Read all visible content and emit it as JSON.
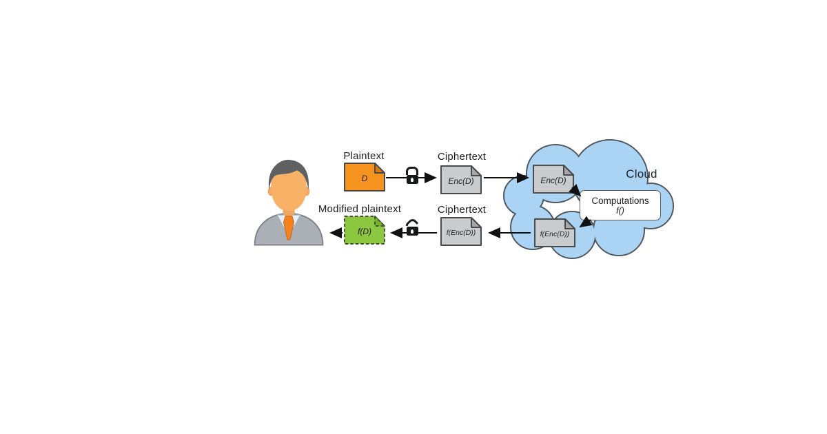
{
  "diagram": {
    "labels": {
      "plaintext": "Plaintext",
      "ciphertext_top": "Ciphertext",
      "ciphertext_bottom": "Ciphertext",
      "modified_plaintext": "Modified plaintext",
      "cloud": "Cloud",
      "computations": "Computations",
      "computations_fn": "f()"
    },
    "docs": {
      "plaintext": "D",
      "ciphertext_top": "Enc(D)",
      "cloud_encrypted": "Enc(D)",
      "cloud_result": "f(Enc(D))",
      "ciphertext_bottom": "f(Enc(D))",
      "modified_plaintext": "f(D)"
    },
    "icons": {
      "lock_closed": "closed-padlock-icon",
      "lock_open": "open-padlock-icon",
      "user": "person-avatar",
      "documents": "folded-corner-document-icon",
      "cloud": "cloud-shape"
    },
    "colors": {
      "plaintext_doc_fill": "#F6921E",
      "ciphertext_doc_fill": "#C9CBCD",
      "modified_doc_fill": "#8DC63F",
      "cloud_fill": "#ABD4F4",
      "outline": "#4A4A4A",
      "arrow": "#111111",
      "computations_box_fill": "#FFFFFF",
      "background": "#FFFFFF"
    }
  }
}
